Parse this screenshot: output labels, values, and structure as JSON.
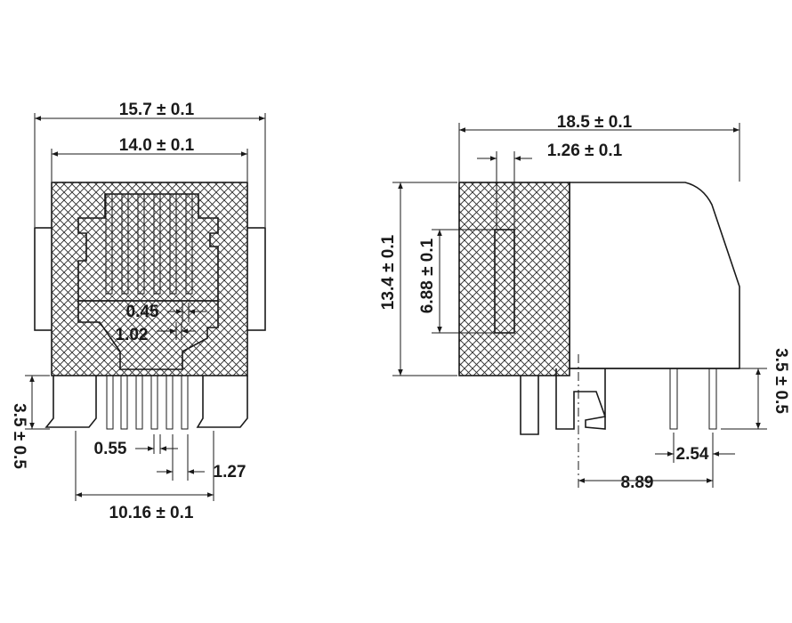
{
  "front_view": {
    "overall_width": "15.7 ± 0.1",
    "body_width": "14.0 ± 0.1",
    "contact_offset": "0.45",
    "contact_spacing": "1.02",
    "pin_height": "3.5 ± 0.5",
    "pin_width": "0.55",
    "pin_pitch": "1.27",
    "pin_span": "10.16 ± 0.1"
  },
  "side_view": {
    "overall_depth": "18.5 ± 0.1",
    "wall_thickness": "1.26 ± 0.1",
    "overall_height": "13.4 ± 0.1",
    "slot_height": "6.88 ± 0.1",
    "pin_height": "3.5 ± 0.5",
    "pin_row_pitch": "2.54",
    "pin_offset": "8.89"
  },
  "colors": {
    "ink": "#1a1a1a",
    "hatch": "#2a2a2a",
    "background": "#ffffff"
  }
}
